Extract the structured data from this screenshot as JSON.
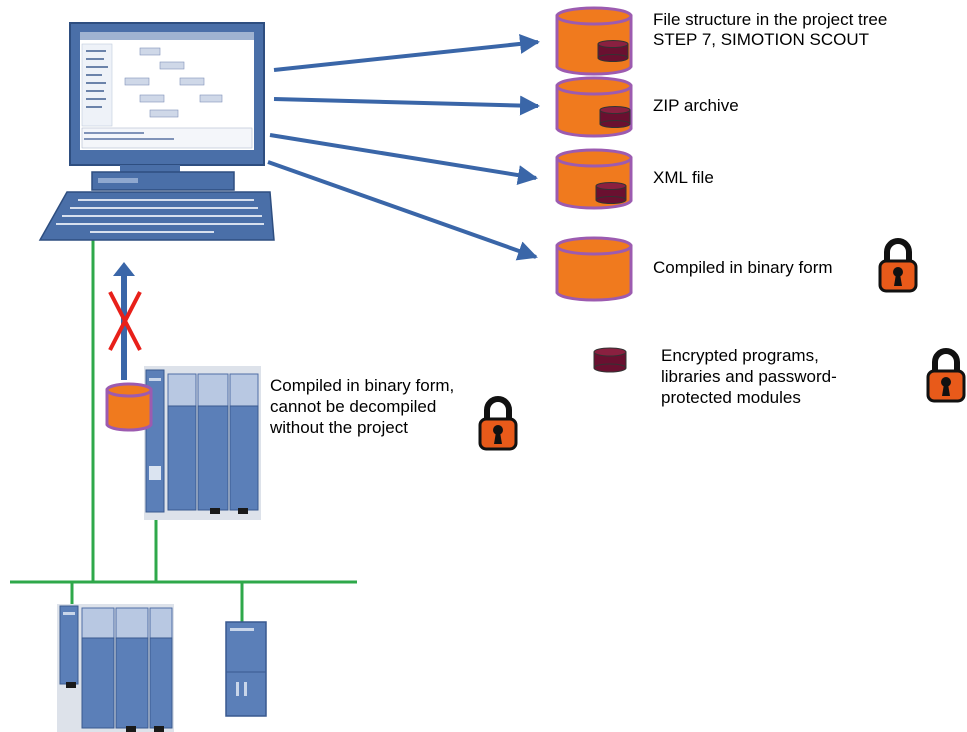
{
  "storage_items": [
    {
      "line1": "File structure in the project tree",
      "line2": "STEP 7, SIMOTION SCOUT",
      "encrypted_marker": true,
      "lock": false
    },
    {
      "line1": "ZIP archive",
      "line2": "",
      "encrypted_marker": true,
      "lock": false
    },
    {
      "line1": "XML file",
      "line2": "",
      "encrypted_marker": true,
      "lock": false
    },
    {
      "line1": "Compiled in binary form",
      "line2": "",
      "encrypted_marker": false,
      "lock": true
    }
  ],
  "legend": {
    "encrypted": {
      "line1": "Encrypted programs,",
      "line2": "libraries and password-",
      "line3": "protected modules"
    }
  },
  "controller_note": {
    "line1": "Compiled in binary form,",
    "line2": "cannot be decompiled",
    "line3": "without the project"
  },
  "colors": {
    "arrow": "#3a66a8",
    "cylinder_fill": "#f07a1e",
    "cylinder_border": "#9c5bb0",
    "encrypted_fill": "#6a1030",
    "network": "#2ea84a",
    "blocked_x": "#e8201a",
    "lock_body": "#e85a1a"
  },
  "icons": {
    "pc": "computer-workstation-icon",
    "controller": "plc-controller-icon",
    "lock": "padlock-icon",
    "db": "database-cylinder-icon",
    "x": "blocked-cross-icon"
  }
}
